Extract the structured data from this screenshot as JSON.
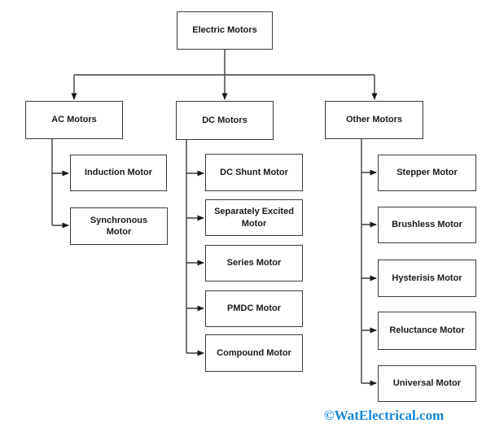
{
  "diagram": {
    "root": {
      "label": "Electric Motors"
    },
    "branches": [
      {
        "label": "AC Motors",
        "children": [
          {
            "label": "Induction Motor"
          },
          {
            "label": "Synchronous Motor"
          }
        ]
      },
      {
        "label": "DC Motors",
        "children": [
          {
            "label": "DC Shunt Motor"
          },
          {
            "label": "Separately Excited Motor"
          },
          {
            "label": "Series Motor"
          },
          {
            "label": "PMDC Motor"
          },
          {
            "label": "Compound Motor"
          }
        ]
      },
      {
        "label": "Other Motors",
        "children": [
          {
            "label": "Stepper Motor"
          },
          {
            "label": "Brushless Motor"
          },
          {
            "label": "Hysterisis Motor"
          },
          {
            "label": "Reluctance Motor"
          },
          {
            "label": "Universal Motor"
          }
        ]
      }
    ],
    "watermark": {
      "text": "©WatElectrical.com",
      "color": "#1787d9"
    },
    "colors": {
      "background": "#ffffff",
      "box_border": "#3a3a3a",
      "connector_line": "#3d3d3d",
      "text": "#1a1a1a"
    }
  }
}
